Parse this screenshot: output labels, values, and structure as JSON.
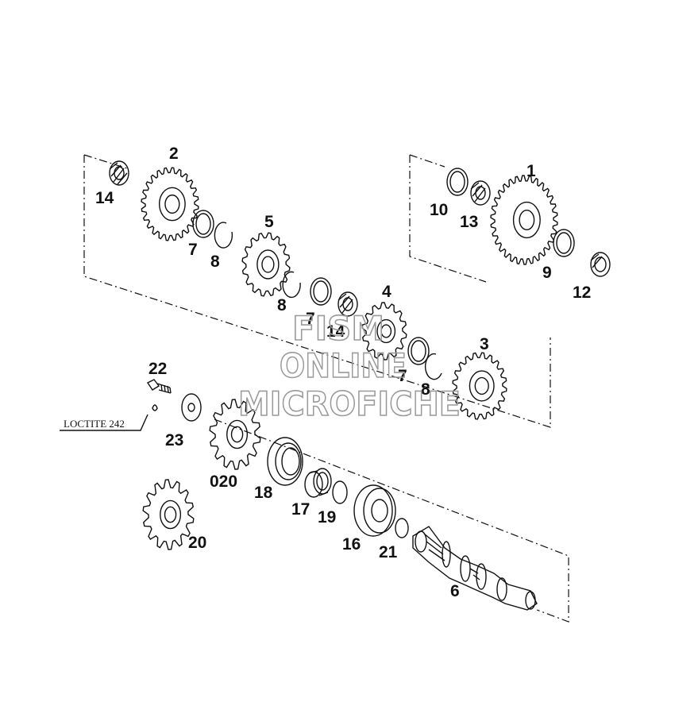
{
  "note": {
    "loctite": "LOCTITE 242"
  },
  "watermark": {
    "line1": "FISM",
    "line2": "ONLINE",
    "line3": "MICROFICHE"
  },
  "part_numbers": [
    {
      "key": "p1",
      "text": "1"
    },
    {
      "key": "p2",
      "text": "2"
    },
    {
      "key": "p3",
      "text": "3"
    },
    {
      "key": "p4",
      "text": "4"
    },
    {
      "key": "p5",
      "text": "5"
    },
    {
      "key": "p6",
      "text": "6"
    },
    {
      "key": "p7a",
      "text": "7"
    },
    {
      "key": "p7b",
      "text": "7"
    },
    {
      "key": "p7c",
      "text": "7"
    },
    {
      "key": "p8a",
      "text": "8"
    },
    {
      "key": "p8b",
      "text": "8"
    },
    {
      "key": "p8c",
      "text": "8"
    },
    {
      "key": "p9",
      "text": "9"
    },
    {
      "key": "p10",
      "text": "10"
    },
    {
      "key": "p12",
      "text": "12"
    },
    {
      "key": "p13",
      "text": "13"
    },
    {
      "key": "p14a",
      "text": "14"
    },
    {
      "key": "p14b",
      "text": "14"
    },
    {
      "key": "p16",
      "text": "16"
    },
    {
      "key": "p17",
      "text": "17"
    },
    {
      "key": "p18",
      "text": "18"
    },
    {
      "key": "p19",
      "text": "19"
    },
    {
      "key": "p20",
      "text": "20"
    },
    {
      "key": "p020",
      "text": "020"
    },
    {
      "key": "p21",
      "text": "21"
    },
    {
      "key": "p22",
      "text": "22"
    },
    {
      "key": "p23",
      "text": "23"
    }
  ]
}
